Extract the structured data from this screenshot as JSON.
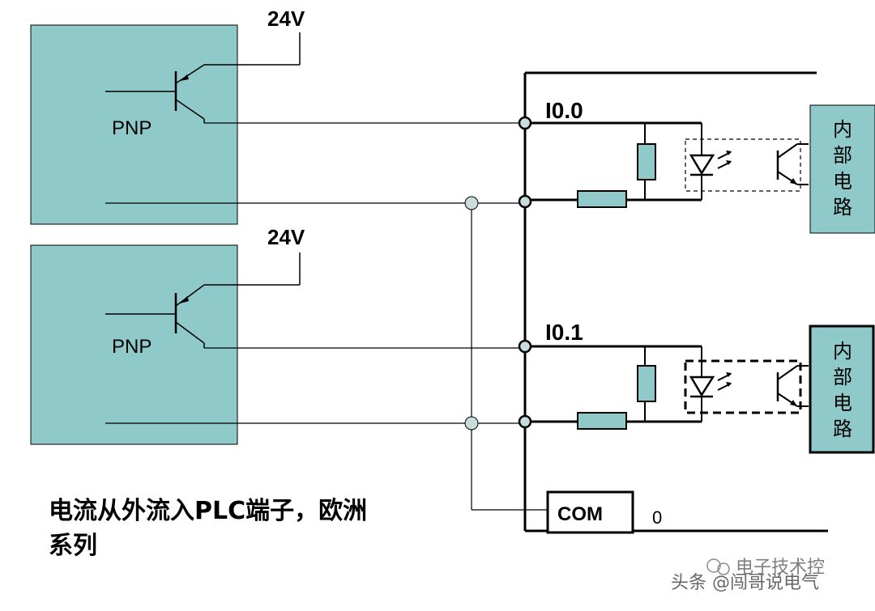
{
  "diagram": {
    "sensor1": {
      "supply_label": "24V",
      "type_label": "PNP"
    },
    "sensor2": {
      "supply_label": "24V",
      "type_label": "PNP"
    },
    "inputs": [
      {
        "label": "I0.0"
      },
      {
        "label": "I0.1"
      }
    ],
    "internal_circuit_label": [
      "内",
      "部",
      "电",
      "路"
    ],
    "com_label": "COM",
    "com_value": "0",
    "caption_line1": "电流从外流入PLC端子，欧洲",
    "caption_line2": "系列",
    "watermark": "头条 @闯哥说电气",
    "watermark_small": "电子技术控"
  },
  "colors": {
    "sensor_fill": "#8FC9C9",
    "internal_fill": "#8FC9C9",
    "resistor_fill": "#8FC9C9",
    "node_fill": "#C8DCDC",
    "line": "#000000"
  }
}
